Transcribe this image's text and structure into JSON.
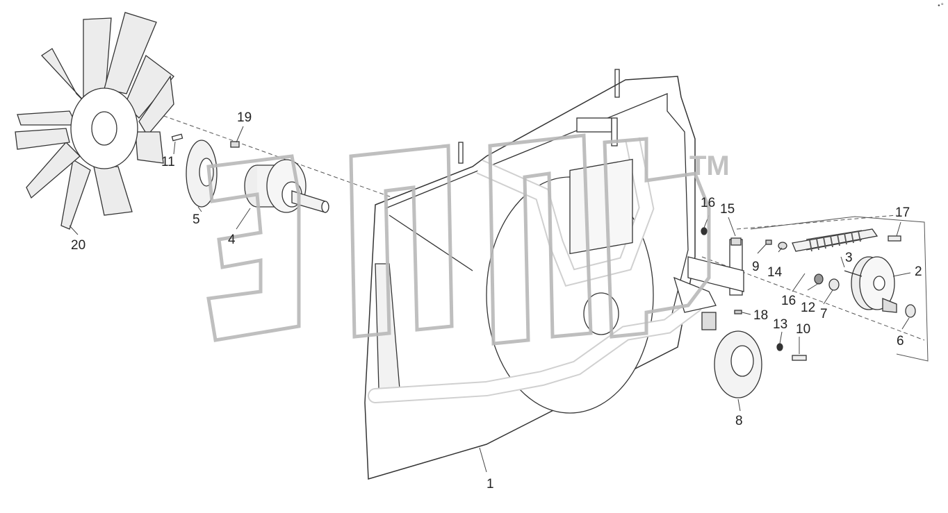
{
  "diagram": {
    "callouts": [
      "1",
      "2",
      "3",
      "4",
      "5",
      "6",
      "7",
      "8",
      "9",
      "10",
      "11",
      "12",
      "13",
      "14",
      "15",
      "16",
      "16",
      "17",
      "18",
      "19",
      "20"
    ],
    "watermark": {
      "letters": "элф",
      "trademark": "TM"
    },
    "corner_mark": "•°",
    "colors": {
      "line": "#333333",
      "fill": "#d9d9d9",
      "watermark": "#b8b8b8",
      "label": "#222222"
    }
  }
}
